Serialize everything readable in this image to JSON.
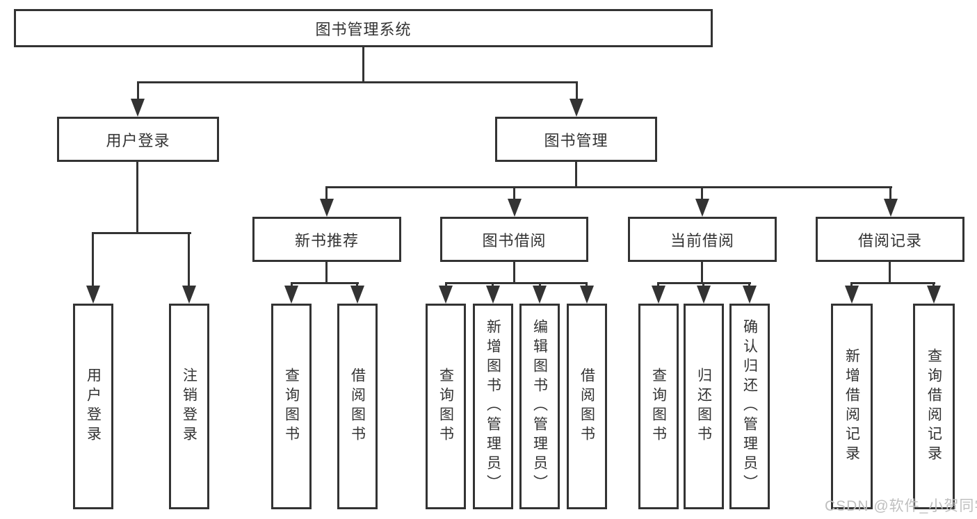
{
  "diagram_type": "functional-structure-tree",
  "tree": {
    "root": {
      "label": "图书管理系统",
      "children": [
        {
          "label": "用户登录",
          "children": [
            {
              "label": "用户登录"
            },
            {
              "label": "注销登录"
            }
          ]
        },
        {
          "label": "图书管理",
          "children": [
            {
              "label": "新书推荐",
              "children": [
                {
                  "label": "查询图书"
                },
                {
                  "label": "借阅图书"
                }
              ]
            },
            {
              "label": "图书借阅",
              "children": [
                {
                  "label": "查询图书"
                },
                {
                  "label": "新增图书（管理员）"
                },
                {
                  "label": "编辑图书（管理员）"
                },
                {
                  "label": "借阅图书"
                }
              ]
            },
            {
              "label": "当前借阅",
              "children": [
                {
                  "label": "查询图书"
                },
                {
                  "label": "归还图书"
                },
                {
                  "label": "确认归还（管理员）"
                }
              ]
            },
            {
              "label": "借阅记录",
              "children": [
                {
                  "label": "新增借阅记录"
                },
                {
                  "label": "查询借阅记录"
                }
              ]
            }
          ]
        }
      ]
    }
  },
  "watermark": {
    "text": "CSDN @软件_小贺同学"
  },
  "colors": {
    "line": "#333333",
    "text": "#333333",
    "background": "#ffffff",
    "watermark": "#bfbfbf"
  }
}
